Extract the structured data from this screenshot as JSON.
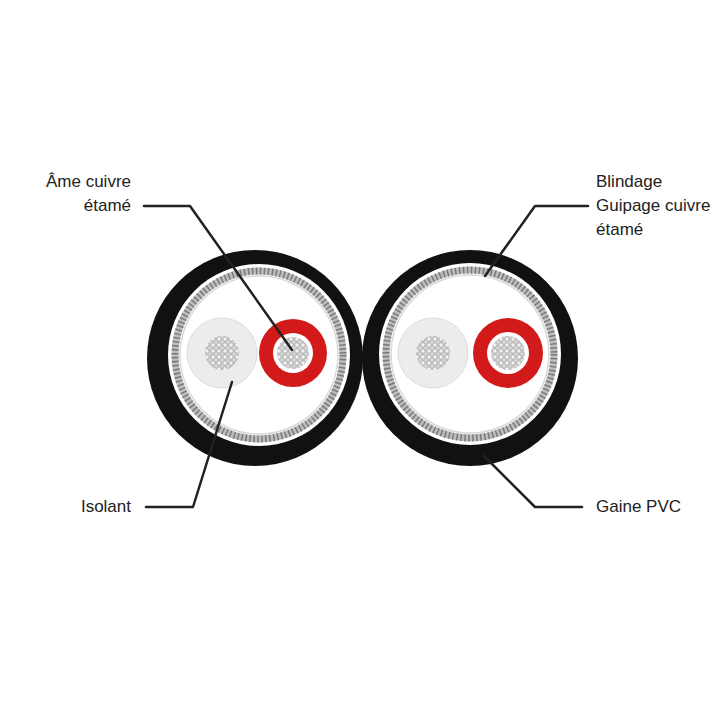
{
  "diagram": {
    "labels": [
      "Âme cuivre étamé",
      "Blindage Guipage cuivre étamé",
      "Isolant",
      "Gaine PVC"
    ]
  }
}
